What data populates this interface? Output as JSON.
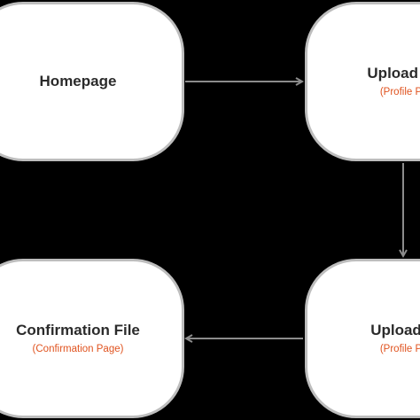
{
  "nodes": {
    "homepage": {
      "title": "Homepage",
      "subtitle": ""
    },
    "upload_data": {
      "title": "Upload Data",
      "subtitle": "(Profile Page)"
    },
    "upload_file": {
      "title": "Upload File",
      "subtitle": "(Profile Page)"
    },
    "confirmation_file": {
      "title": "Confirmation File",
      "subtitle": "(Confirmation Page)"
    }
  },
  "colors": {
    "background": "#000000",
    "node_fill": "#ffffff",
    "node_border": "#bdbdbd",
    "title_text": "#2b2b2b",
    "subtitle_text": "#e0531f",
    "arrow": "#8c8c8c"
  }
}
